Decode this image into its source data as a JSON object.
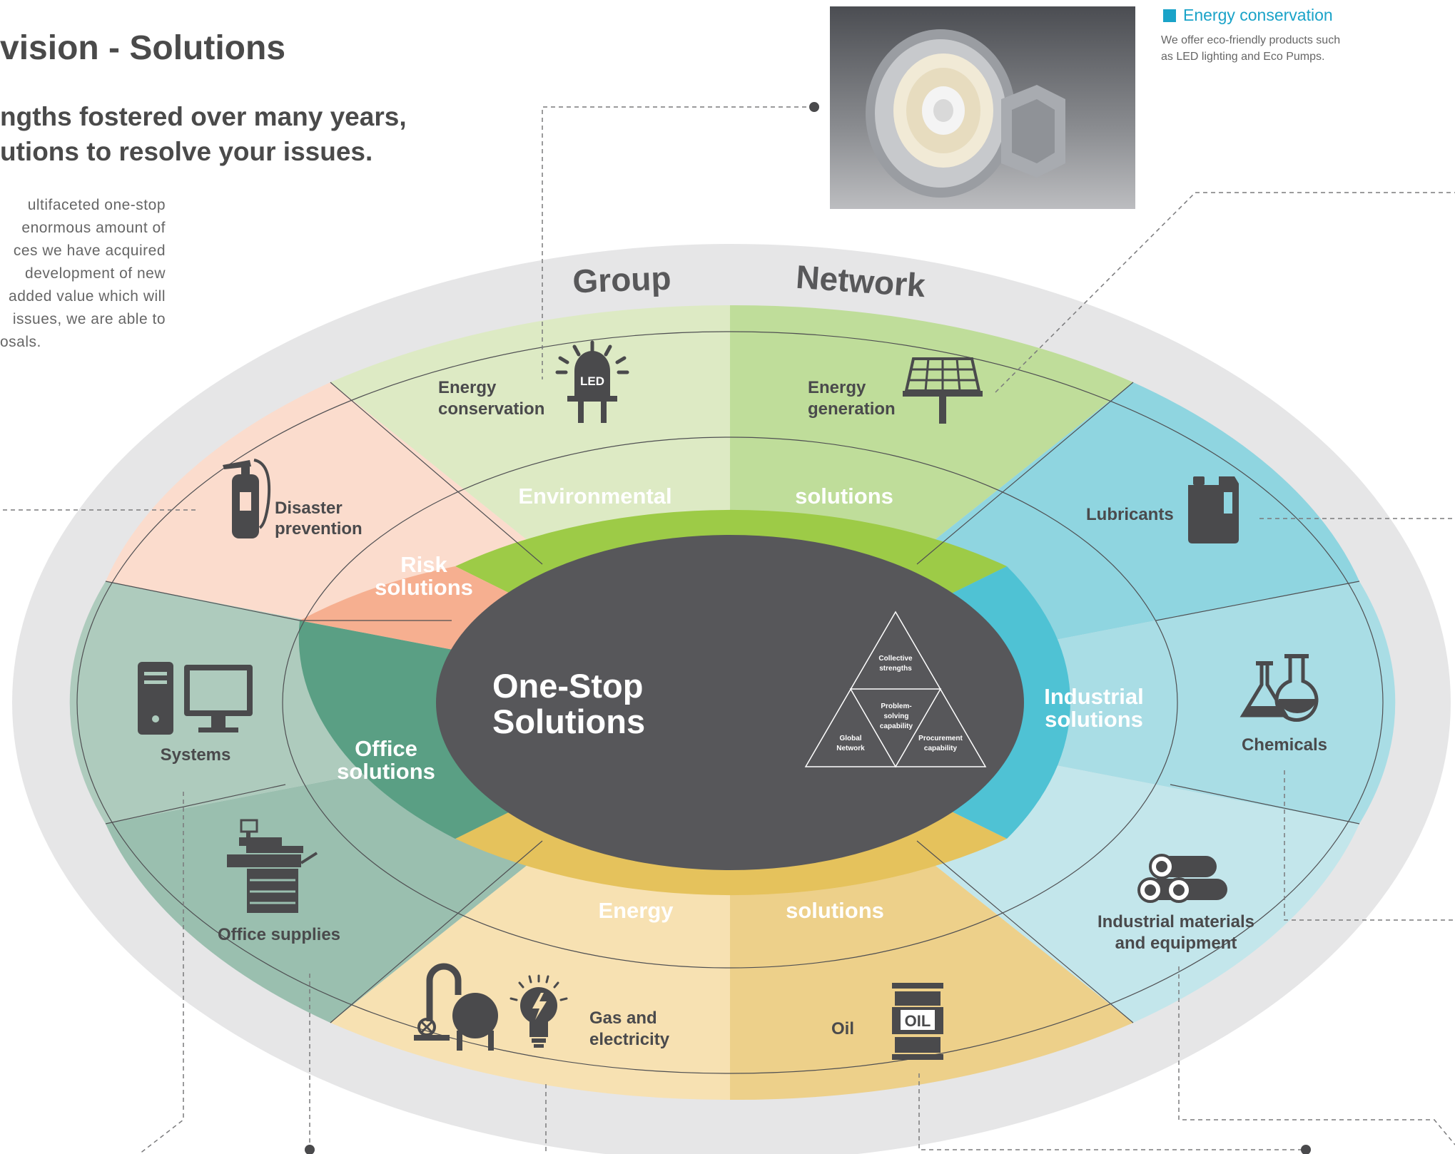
{
  "header": {
    "title": "vision - Solutions",
    "headline_1": "ngths fostered over many years,",
    "headline_2": "utions to resolve your issues.",
    "body_lines": [
      "ultifaceted one-stop",
      "enormous amount of",
      "ces we have acquired",
      "development of new",
      "added value which will",
      "issues, we are able to",
      "osals."
    ]
  },
  "callout": {
    "title": "Energy conservation",
    "desc_1": "We offer eco-friendly products such",
    "desc_2": "as LED lighting and Eco Pumps."
  },
  "ring": {
    "group_label": "Group",
    "network_label": "Network"
  },
  "outer_segments": {
    "energy_conservation_1": "Energy",
    "energy_conservation_2": "conservation",
    "led_badge": "LED",
    "energy_generation_1": "Energy",
    "energy_generation_2": "generation",
    "lubricants": "Lubricants",
    "chemicals": "Chemicals",
    "industrial_materials_1": "Industrial materials",
    "industrial_materials_2": "and equipment",
    "oil": "Oil",
    "oil_badge": "OIL",
    "gas_1": "Gas and",
    "gas_2": "electricity",
    "office_supplies": "Office supplies",
    "systems": "Systems",
    "disaster_1": "Disaster",
    "disaster_2": "prevention"
  },
  "inner_segments": {
    "environmental_1": "Environmental",
    "environmental_2": "solutions",
    "industrial_1": "Industrial",
    "industrial_2": "solutions",
    "energy_1": "Energy",
    "energy_2": "solutions",
    "office_1": "Office",
    "office_2": "solutions",
    "risk_1": "Risk",
    "risk_2": "solutions"
  },
  "center": {
    "title_1": "One-Stop",
    "title_2": "Solutions",
    "tri_top_1": "Collective",
    "tri_top_2": "strengths",
    "tri_mid_1": "Problem-",
    "tri_mid_2": "solving",
    "tri_mid_3": "capability",
    "tri_left_1": "Global",
    "tri_left_2": "Network",
    "tri_right_1": "Procurement",
    "tri_right_2": "capability"
  },
  "colors": {
    "ring_grey": "#e6e6e7",
    "env_light": "#ddeac4",
    "env_mid": "#bfdd9a",
    "env_inner": "#9dcb47",
    "ind_light": "#8fd5e0",
    "ind_lighter": "#a9dde5",
    "ind_lightest": "#c3e6eb",
    "ind_inner": "#4fc2d4",
    "energy_light": "#f7e1b2",
    "energy_mid": "#edd08a",
    "energy_inner": "#e5c25c",
    "office_light": "#aecbbd",
    "office_mid": "#9abfaf",
    "office_inner": "#5a9f84",
    "risk_light": "#fbdccd",
    "risk_inner": "#f6af90",
    "center": "#57575a",
    "icon": "#4a4a4c"
  }
}
